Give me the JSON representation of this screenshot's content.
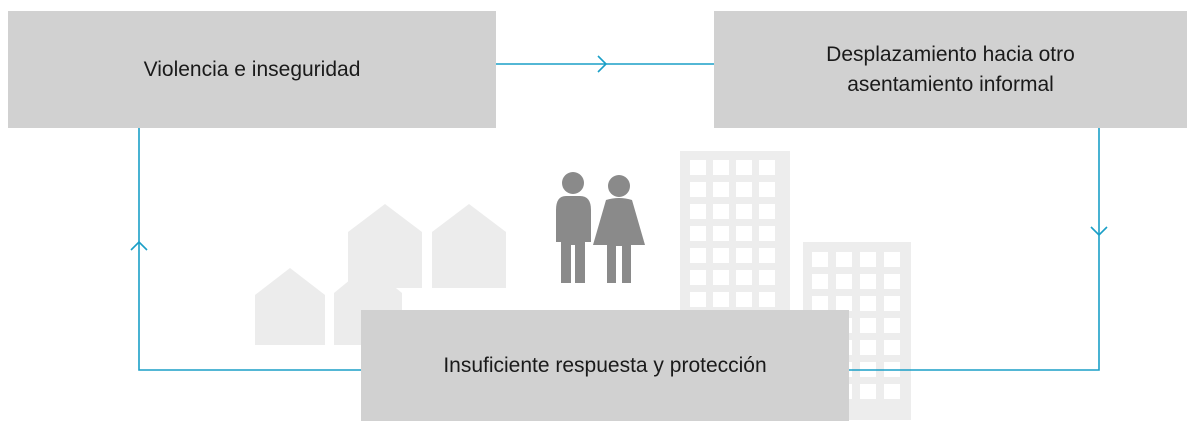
{
  "diagram": {
    "nodes": {
      "violence": {
        "label": "Violencia e inseguridad"
      },
      "displacement": {
        "label": "Desplazamiento hacia otro\nasentamiento informal"
      },
      "response": {
        "label": "Insuficiente respuesta y protección"
      }
    },
    "edges": [
      {
        "from": "violence",
        "to": "displacement"
      },
      {
        "from": "displacement",
        "to": "response"
      },
      {
        "from": "response",
        "to": "violence"
      }
    ],
    "colors": {
      "box_fill": "#d1d1d1",
      "connector": "#1a9fc7",
      "people": "#8a8a8a",
      "houses": "#ececec",
      "buildings": "#ededed",
      "windows": "#ffffff"
    },
    "illustration": {
      "people_icon": "couple-icon",
      "houses_icon": "houses-icon",
      "buildings_icon": "buildings-icon"
    }
  }
}
